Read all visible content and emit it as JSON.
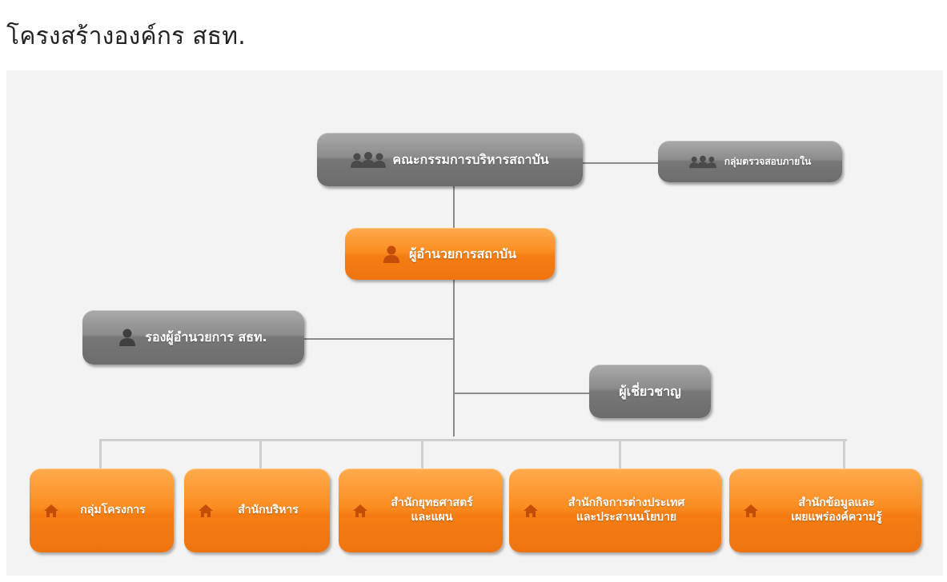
{
  "page": {
    "title": "โครงสร้างองค์กร สธท."
  },
  "colors": {
    "gray_box": "#7f7f7f",
    "orange_box": "#f7861a",
    "connector": "#8a8a8a",
    "background": "#f3f3f3"
  },
  "nodes": {
    "board": {
      "label": "คณะกรรมการบริหารสถาบัน",
      "icon": "group-icon"
    },
    "audit": {
      "label": "กลุ่มตรวจสอบภายใน",
      "icon": "group-icon"
    },
    "director": {
      "label": "ผู้อำนวยการสถาบัน",
      "icon": "person-icon"
    },
    "deputy": {
      "label": "รองผู้อำนวยการ สธท.",
      "icon": "person-icon"
    },
    "expert": {
      "label": "ผู้เชี่ยวชาญ"
    }
  },
  "units": [
    {
      "line1": "กลุ่มโครงการ",
      "line2": "",
      "icon": "home-icon"
    },
    {
      "line1": "สำนักบริหาร",
      "line2": "",
      "icon": "home-icon"
    },
    {
      "line1": "สำนักยุทธศาสตร์",
      "line2": "และแผน",
      "icon": "home-icon"
    },
    {
      "line1": "สำนักกิจการต่างประเทศ",
      "line2": "และประสานนโยบาย",
      "icon": "home-icon"
    },
    {
      "line1": "สำนักข้อมูลและ",
      "line2": "เผยแพร่องค์ความรู้",
      "icon": "home-icon"
    }
  ]
}
